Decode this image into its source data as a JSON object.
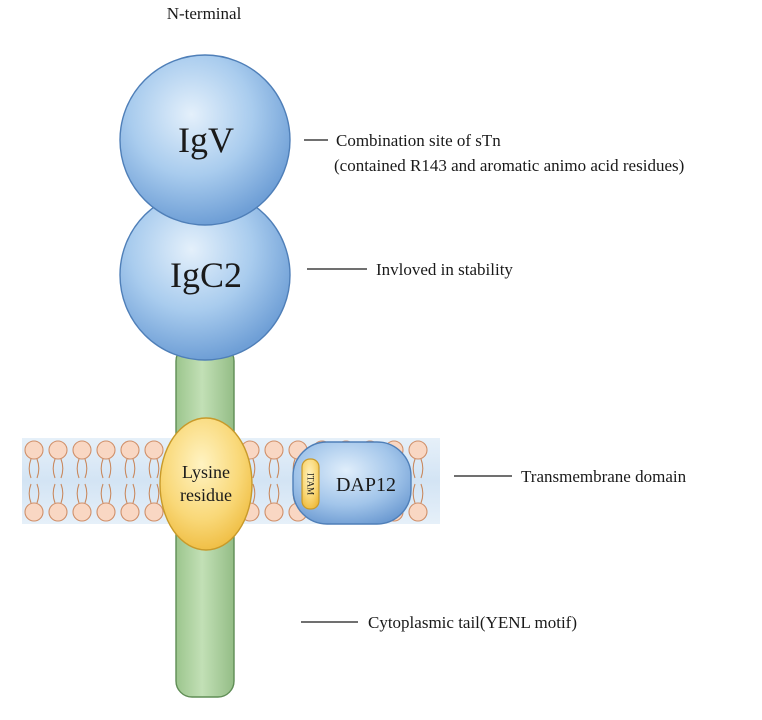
{
  "diagram": {
    "n_terminal_label": "N-terminal",
    "domains": {
      "igv": "IgV",
      "igc2": "IgC2",
      "lysine_line1": "Lysine",
      "lysine_line2": "residue",
      "dap12": "DAP12",
      "itam": "ITAM"
    },
    "annotations": {
      "igv_line1": "Combination site of sTn",
      "igv_line2": "(contained R143 and aromatic animo acid residues)",
      "igc2": "Invloved in stability",
      "transmembrane": "Transmembrane domain",
      "cytoplasmic": "Cytoplasmic tail(YENL motif)"
    },
    "colors": {
      "ig_domain": "#8fb9e6",
      "stalk": "#a8cf9a",
      "lysine": "#f7d36a",
      "membrane": "#dbeaf7",
      "lipid_head": "#f9d7c3"
    }
  }
}
